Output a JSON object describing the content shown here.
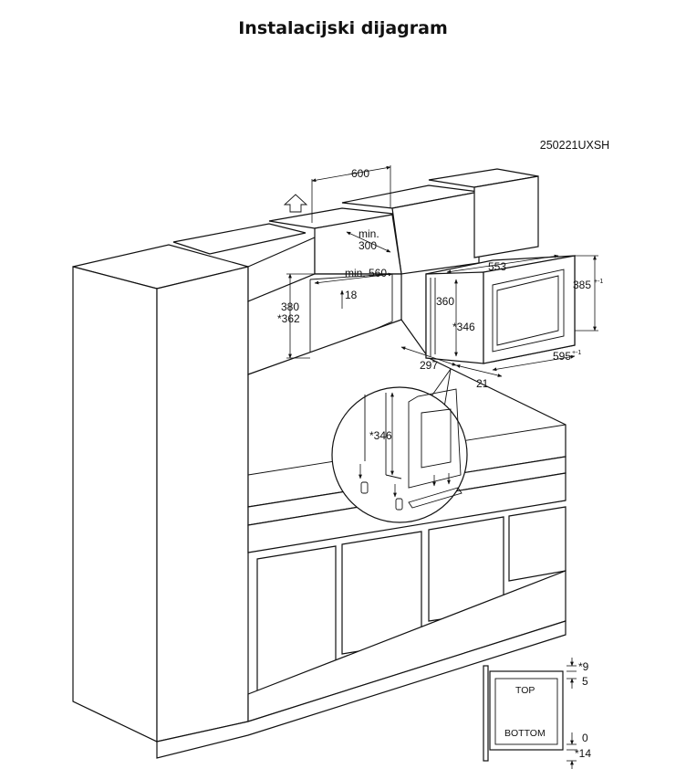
{
  "title": "Instalacijski dijagram",
  "model_code": "250221UXSH",
  "dimensions": {
    "niche_width": "600",
    "niche_depth_min": "min.",
    "niche_depth_val": "300",
    "niche_inner_width": "min. 560",
    "niche_gap": "18",
    "niche_height_a": "380",
    "niche_height_b": "*362",
    "appliance_width": "553",
    "appliance_height_front": "385",
    "appliance_height_front_tol": "+-1",
    "appliance_height_body": "360",
    "appliance_height_star": "*346",
    "appliance_depth": "297",
    "frame_width": "595",
    "frame_width_tol": "+-1",
    "frame_depth": "21",
    "detail_height": "*346"
  },
  "frame_detail": {
    "top_label": "TOP",
    "bottom_label": "BOTTOM",
    "dim_top_star": "*9",
    "dim_top": "5",
    "dim_bottom": "0",
    "dim_bottom_star": "*14"
  }
}
